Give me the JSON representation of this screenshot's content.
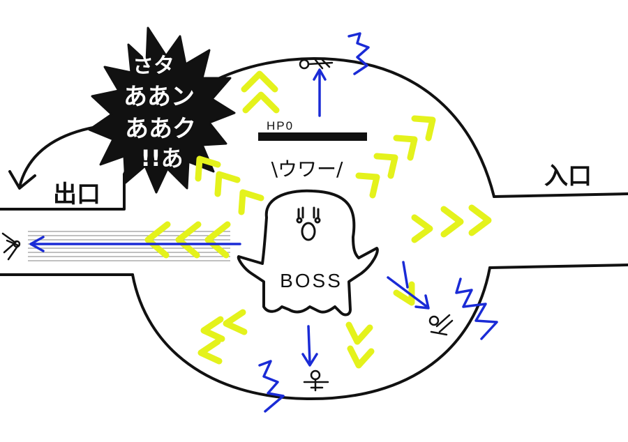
{
  "labels": {
    "exit": "出口",
    "entrance": "入口",
    "hp": "HP0",
    "cry": "\\ウワー/",
    "boss": "BOSS",
    "shout_lines": [
      "さタ",
      "ああン",
      "ああク",
      "!!あ"
    ]
  },
  "boss_hp": 0,
  "colors": {
    "line": "#111111",
    "arrow_blue": "#1a2bd6",
    "chevron_yellow": "#e4f21c",
    "burst_fill": "#111111",
    "burst_text": "#ffffff",
    "background": "#ffffff"
  },
  "icons": [
    "burst-bubble",
    "boss-ghost",
    "fallen-figure",
    "zigzag-shock",
    "speed-lines"
  ]
}
